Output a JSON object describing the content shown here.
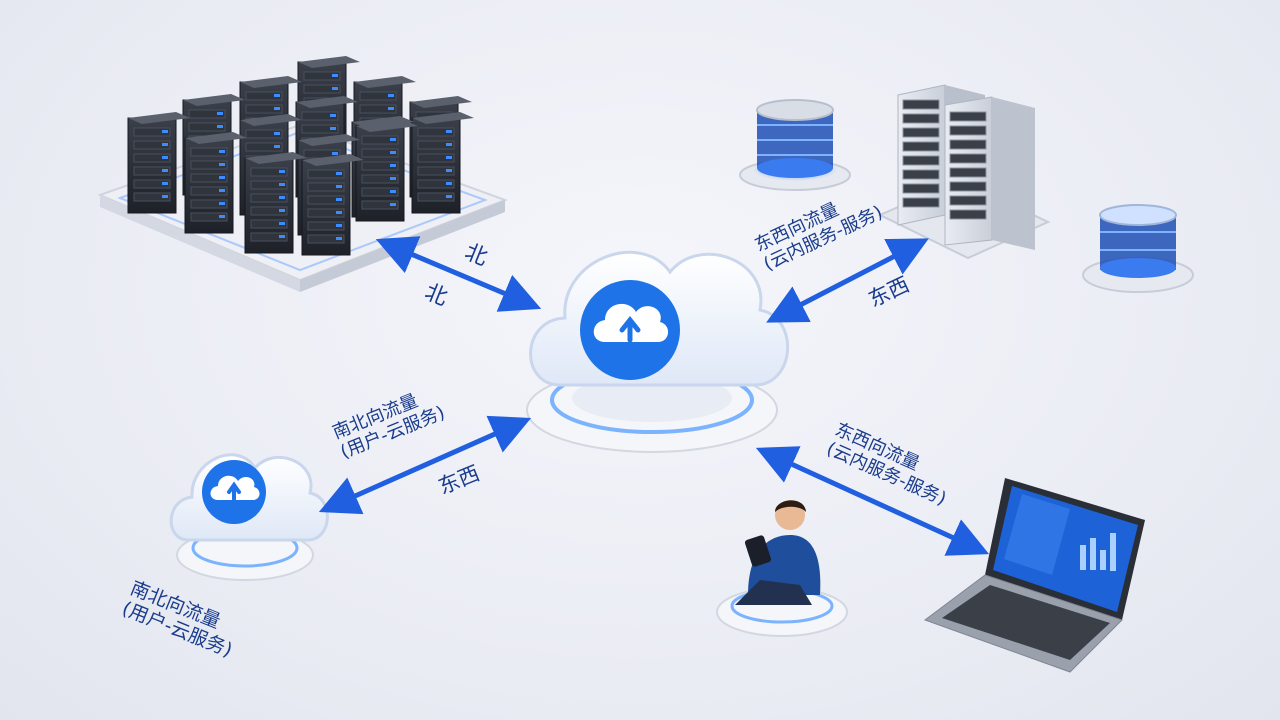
{
  "colors": {
    "arrow": "#1f5fe0",
    "label_text": "#1a3c8c",
    "cloud_logo": "#1e73e8",
    "rack_dark": "#2b2f38",
    "rack_light": "#d8dce4",
    "platform": "#f2f4f9",
    "glow": "#3d8cff"
  },
  "labels": {
    "north_top": "北",
    "north_bottom": "北",
    "ew_top_right_line1": "东西向流量",
    "ew_top_right_line2": "(云内服务-服务)",
    "ew_top_right_short": "东西",
    "ns_mid_left_line1": "南北向流量",
    "ns_mid_left_line2": "(用户-云服务)",
    "ew_mid_left_short": "东西",
    "ew_bottom_right_line1": "东西向流量",
    "ew_bottom_right_line2": "(云内服务-服务)",
    "ns_bottom_left_line1": "南北向流量",
    "ns_bottom_left_line2": "(用户-云服务)"
  },
  "icons": {
    "central_cloud": "cloud-upload-icon",
    "left_cloud": "cloud-upload-icon",
    "datacenter": "server-rack-cluster",
    "storage_left": "glowing-storage-drum",
    "storage_right": "glowing-storage-drum",
    "tower_servers": "tower-server-pair",
    "user": "person-with-tablet",
    "laptop": "laptop-dashboard"
  }
}
